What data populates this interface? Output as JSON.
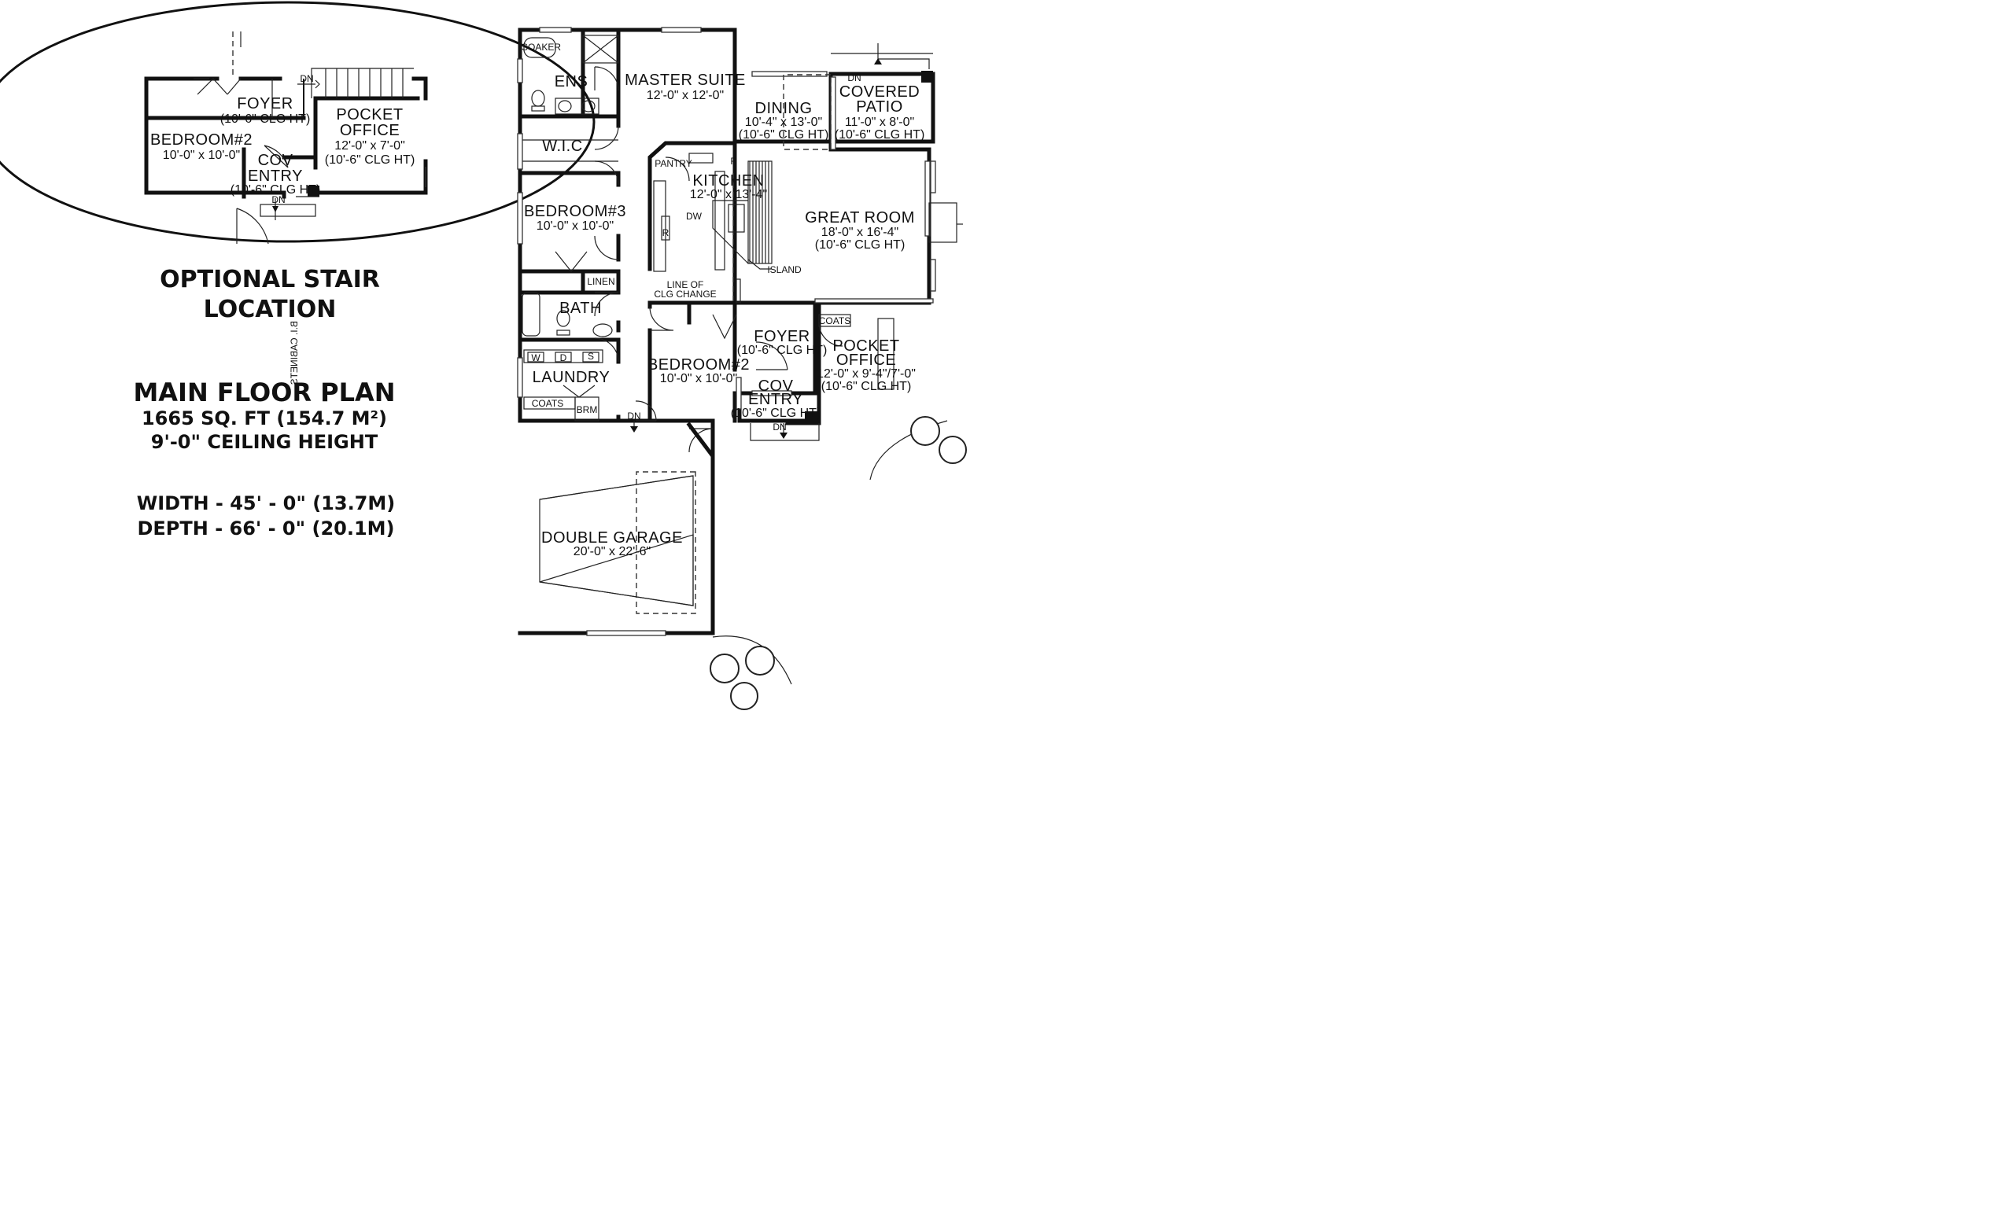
{
  "titles": {
    "optional_line1": "OPTIONAL STAIR",
    "optional_line2": "LOCATION",
    "main": "MAIN FLOOR PLAN",
    "sqft": "1665 SQ. FT (154.7 M²)",
    "ceiling": "9'-0\" CEILING HEIGHT",
    "width": "WIDTH - 45' - 0\" (13.7M)",
    "depth": "DEPTH - 66' - 0\" (20.1M)"
  },
  "inset": {
    "foyer": {
      "name": "FOYER",
      "clg": "(10'-6\" CLG HT)"
    },
    "pocket_office": {
      "line1": "POCKET",
      "line2": "OFFICE",
      "dim": "12'-0\" x 7'-0\"",
      "clg": "(10'-6\" CLG HT)"
    },
    "bedroom2": {
      "name": "BEDROOM#2",
      "dim": "10'-0\" x 10'-0\""
    },
    "cov_entry": {
      "line1": "COV",
      "line2": "ENTRY",
      "clg": "(10'-6\" CLG HT)"
    },
    "dn_stair": "DN",
    "dn_entry": "DN"
  },
  "rooms": {
    "soaker": "SOAKER",
    "ens": "ENS",
    "master": {
      "name": "MASTER SUITE",
      "dim": "12'-0\" x 12'-0\""
    },
    "wic": "W.I.C.",
    "dining": {
      "name": "DINING",
      "dim": "10'-4\" x 13'-0\"",
      "clg": "(10'-6\" CLG HT)"
    },
    "patio": {
      "line1": "COVERED",
      "line2": "PATIO",
      "dim": "11'-0\" x 8'-0\"",
      "clg": "(10'-6\" CLG HT)",
      "dn": "DN"
    },
    "pantry": "PANTRY",
    "fridge": "F",
    "kitchen": {
      "name": "KITCHEN",
      "dim": "12'-0\" x 13'-4\""
    },
    "dw": "DW",
    "range": "R",
    "island": "ISLAND",
    "great": {
      "name": "GREAT ROOM",
      "dim": "18'-0\" x 16'-4\"",
      "clg": "(10'-6\" CLG HT)"
    },
    "bedroom3": {
      "name": "BEDROOM#3",
      "dim": "10'-0\" x 10'-0\""
    },
    "linen": "LINEN",
    "clg_change": {
      "line1": "LINE OF",
      "line2": "CLG CHANGE"
    },
    "bath": "BATH",
    "washer": "W",
    "dryer": "D",
    "sink": "S",
    "laundry": "LAUNDRY",
    "coats_laundry": "COATS",
    "brm": "BRM",
    "dn_garage": "DN",
    "bedroom2": {
      "name": "BEDROOM#2",
      "dim": "10'-0\" x 10'-0\""
    },
    "foyer": {
      "name": "FOYER",
      "clg": "(10'-6\" CLG HT)"
    },
    "coats_office": "COATS",
    "pocket_office": {
      "line1": "POCKET",
      "line2": "OFFICE",
      "dim": "12'-0\" x 9'-4\"/7'-0\"",
      "clg": "(10'-6\" CLG HT)"
    },
    "cabinets": "B.I. CABINETS",
    "cov_entry": {
      "line1": "COV",
      "line2": "ENTRY",
      "clg": "(10'-6\" CLG HT)",
      "dn": "DN"
    },
    "garage": {
      "name": "DOUBLE GARAGE",
      "dim": "20'-0\" x 22'-6\""
    }
  }
}
